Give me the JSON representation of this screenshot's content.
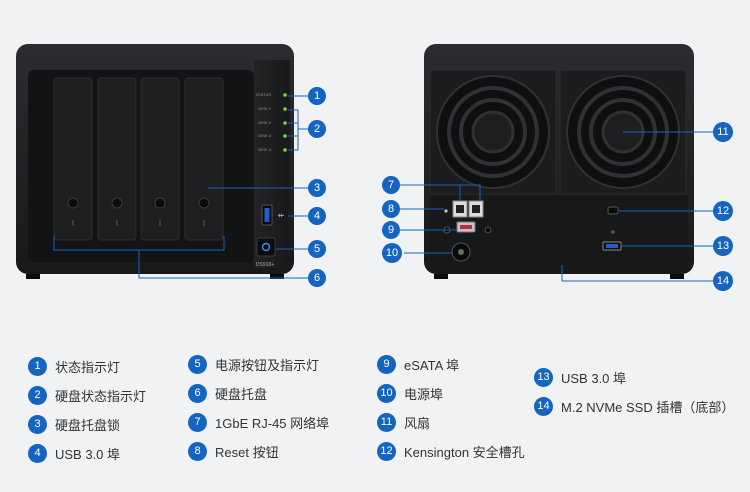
{
  "front": {
    "led_labels": [
      "STATUS",
      "DISK 1",
      "DISK 2",
      "DISK 3",
      "DISK 4"
    ],
    "model_label": "DS918+"
  },
  "callout_numbers": [
    "1",
    "2",
    "3",
    "4",
    "5",
    "6",
    "7",
    "8",
    "9",
    "10",
    "11",
    "12",
    "13",
    "14"
  ],
  "legend": [
    {
      "num": "1",
      "text": "状态指示灯"
    },
    {
      "num": "2",
      "text": "硬盘状态指示灯"
    },
    {
      "num": "3",
      "text": "硬盘托盘锁"
    },
    {
      "num": "4",
      "text": "USB 3.0 埠"
    },
    {
      "num": "5",
      "text": "电源按钮及指示灯"
    },
    {
      "num": "6",
      "text": "硬盘托盘"
    },
    {
      "num": "7",
      "text": "1GbE RJ-45 网络埠"
    },
    {
      "num": "8",
      "text": "Reset 按钮"
    },
    {
      "num": "9",
      "text": "eSATA 埠"
    },
    {
      "num": "10",
      "text": "电源埠"
    },
    {
      "num": "11",
      "text": "风扇"
    },
    {
      "num": "12",
      "text": "Kensington 安全槽孔"
    },
    {
      "num": "13",
      "text": "USB 3.0 埠"
    },
    {
      "num": "14",
      "text": "M.2 NVMe SSD 插槽（底部）"
    }
  ],
  "colors": {
    "accent": "#1565c0",
    "chassis": "#1f2022",
    "panel": "#141517",
    "led": "#7bd23c"
  }
}
